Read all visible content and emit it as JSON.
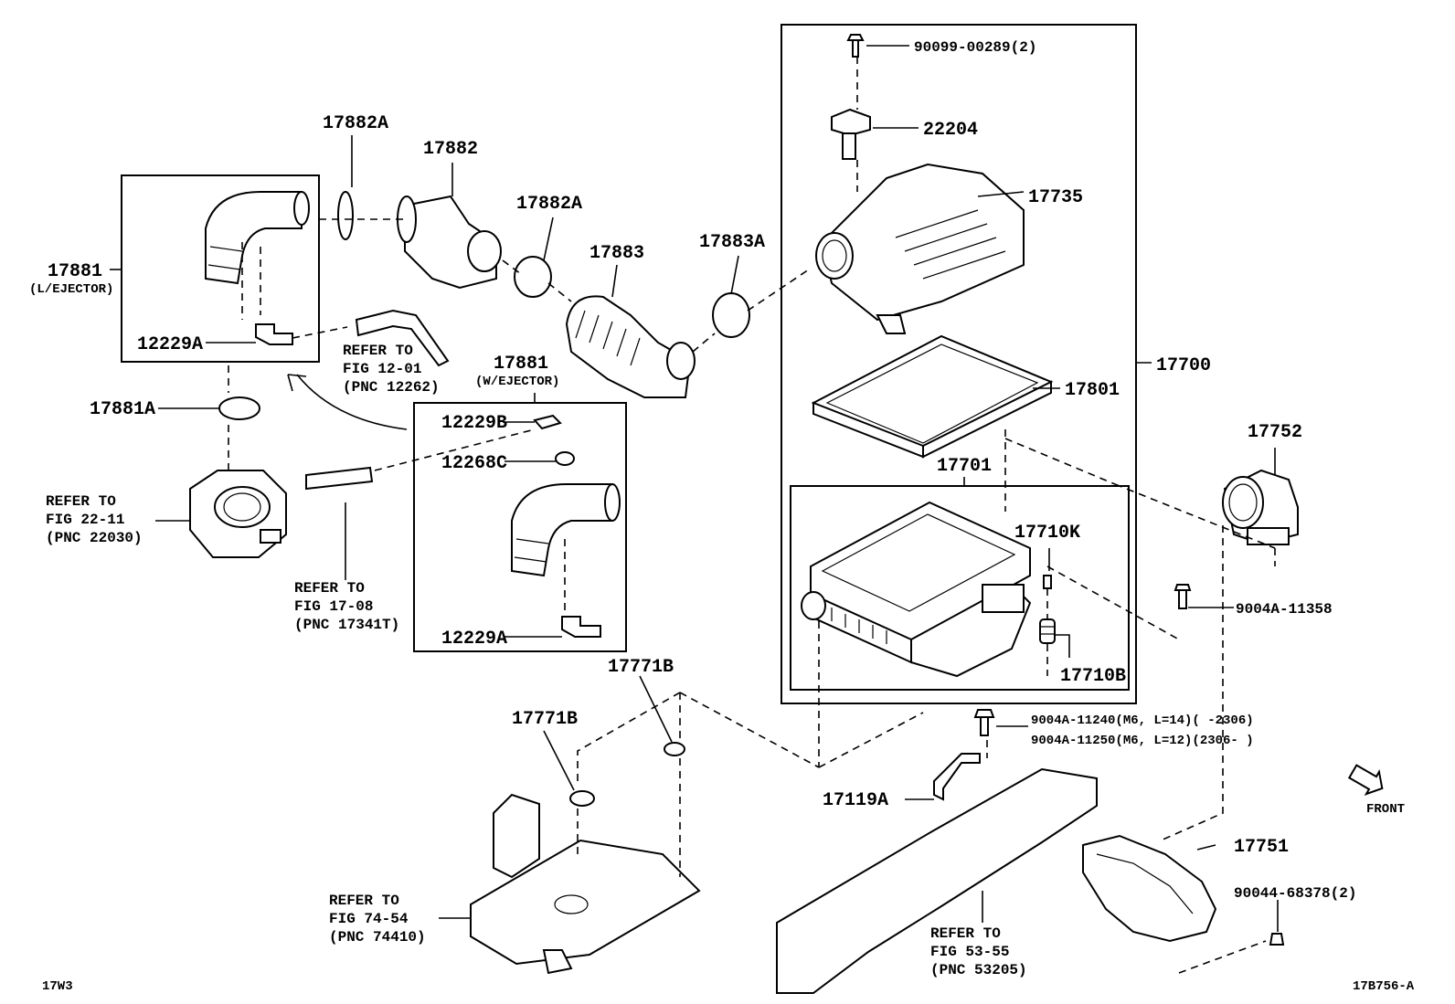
{
  "labels": {
    "p90099": "90099-00289(2)",
    "p22204": "22204",
    "p17735": "17735",
    "p17700": "17700",
    "p17801": "17801",
    "p17701": "17701",
    "p17710K": "17710K",
    "p17710B": "17710B",
    "p17752": "17752",
    "p9004A11358": "9004A-11358",
    "p9004A11240": "9004A-11240(M6, L=14)(      -2306)",
    "p9004A11250": "9004A-11250(M6, L=12)(2306-      )",
    "p17119A": "17119A",
    "p17751": "17751",
    "p90044": "90044-68378(2)",
    "front": "FRONT",
    "footer_id": "17B756-A",
    "footer_left": "17W3",
    "p17882A_1": "17882A",
    "p17882": "17882",
    "p17882A_2": "17882A",
    "p17883": "17883",
    "p17883A": "17883A",
    "p17881_l": "17881",
    "p17881_l_sub": "(L/EJECTOR)",
    "p12229A_1": "12229A",
    "p17881A": "17881A",
    "p17881_w": "17881",
    "p17881_w_sub": "(W/EJECTOR)",
    "p12229B": "12229B",
    "p12268C": "12268C",
    "p12229A_2": "12229A",
    "p17771B_1": "17771B",
    "p17771B_2": "17771B"
  },
  "refs": {
    "fig1201": [
      "REFER TO",
      "FIG 12-01",
      "(PNC 12262)"
    ],
    "fig2211": [
      "REFER TO",
      "FIG 22-11",
      "(PNC 22030)"
    ],
    "fig1708": [
      "REFER TO",
      "FIG 17-08",
      "(PNC 17341T)"
    ],
    "fig7454": [
      "REFER TO",
      "FIG 74-54",
      "(PNC 74410)"
    ],
    "fig5355": [
      "REFER TO",
      "FIG 53-55",
      "(PNC 53205)"
    ]
  }
}
